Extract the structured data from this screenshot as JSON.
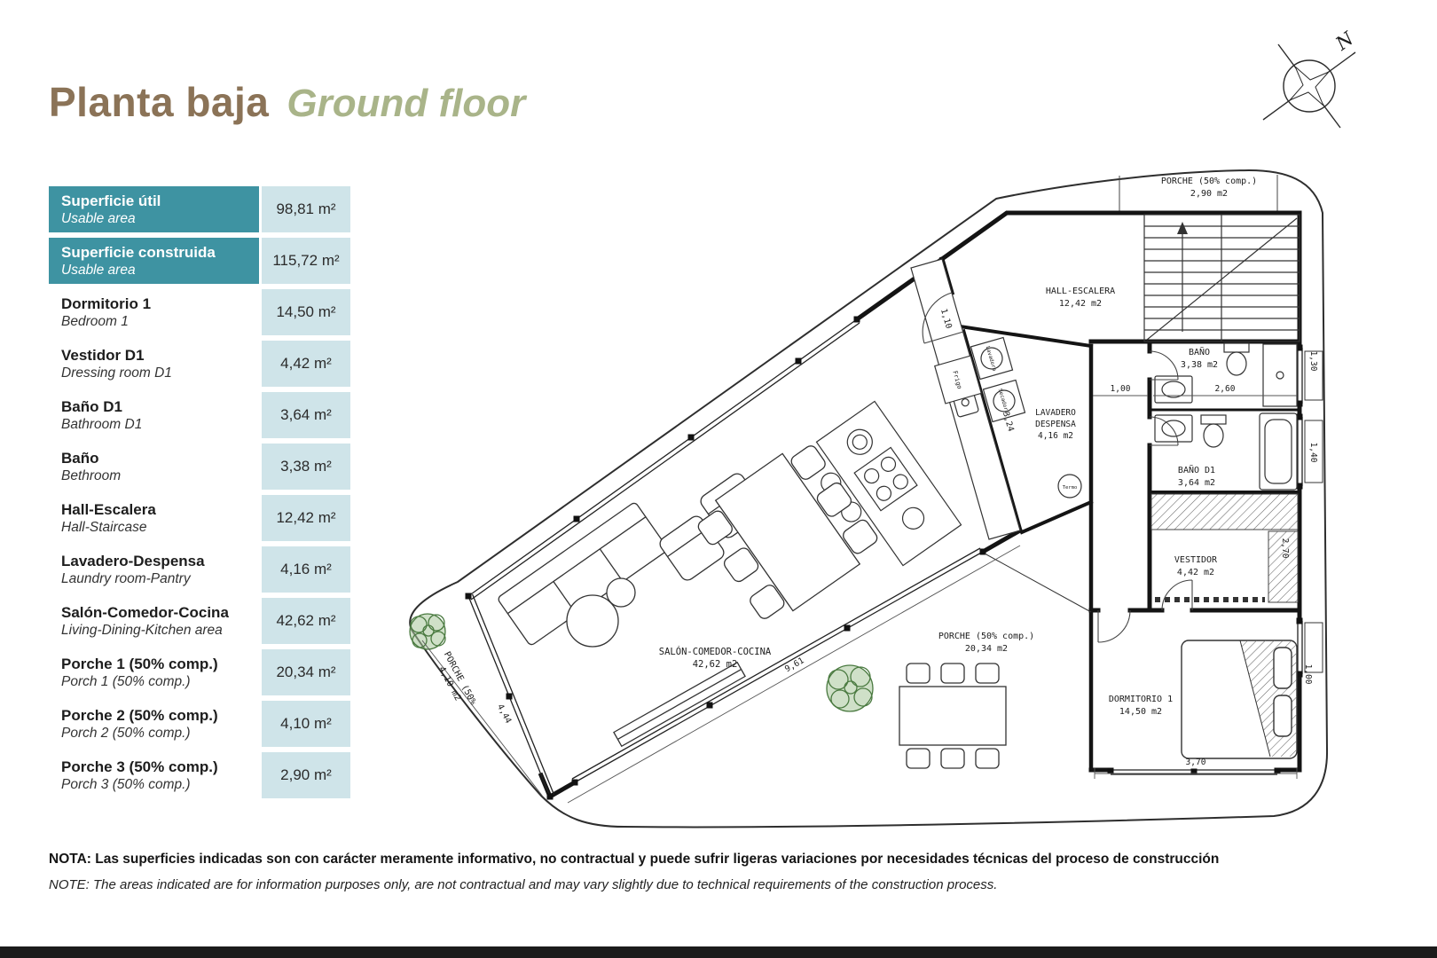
{
  "header": {
    "title_es": "Planta baja",
    "title_en": "Ground floor"
  },
  "compass": {
    "north": "N"
  },
  "areas_table": {
    "rows": [
      {
        "label_es": "Superficie útil",
        "label_en": "Usable area",
        "value": "98,81 m²"
      },
      {
        "label_es": "Superficie construida",
        "label_en": "Usable area",
        "value": "115,72 m²"
      },
      {
        "label_es": "Dormitorio 1",
        "label_en": "Bedroom 1",
        "value": "14,50 m²"
      },
      {
        "label_es": "Vestidor D1",
        "label_en": "Dressing room D1",
        "value": "4,42 m²"
      },
      {
        "label_es": "Baño D1",
        "label_en": "Bathroom D1",
        "value": "3,64 m²"
      },
      {
        "label_es": "Baño",
        "label_en": "Bethroom",
        "value": "3,38 m²"
      },
      {
        "label_es": "Hall-Escalera",
        "label_en": "Hall-Staircase",
        "value": "12,42 m²"
      },
      {
        "label_es": "Lavadero-Despensa",
        "label_en": "Laundry room-Pantry",
        "value": "4,16 m²"
      },
      {
        "label_es": "Salón-Comedor-Cocina",
        "label_en": "Living-Dining-Kitchen area",
        "value": "42,62 m²"
      },
      {
        "label_es": "Porche 1 (50% comp.)",
        "label_en": "Porch 1 (50% comp.)",
        "value": "20,34 m²"
      },
      {
        "label_es": "Porche 2 (50% comp.)",
        "label_en": "Porch 2 (50% comp.)",
        "value": "4,10 m²"
      },
      {
        "label_es": "Porche 3 (50% comp.)",
        "label_en": "Porch 3 (50% comp.)",
        "value": "2,90 m²"
      }
    ]
  },
  "plan": {
    "labels": {
      "porche3_name": "PORCHE (50% comp.)",
      "porche3_area": "2,90 m2",
      "hall_name": "HALL-ESCALERA",
      "hall_area": "12,42 m2",
      "bano_name": "BAÑO",
      "bano_area": "3,38 m2",
      "lavadero_name1": "LAVADERO",
      "lavadero_name2": "DESPENSA",
      "lavadero_area": "4,16 m2",
      "banod1_name": "BAÑO D1",
      "banod1_area": "3,64 m2",
      "vestidor_name": "VESTIDOR",
      "vestidor_area": "4,42 m2",
      "dormitorio_name": "DORMITORIO 1",
      "dormitorio_area": "14,50 m2",
      "porche1_name": "PORCHE (50% comp.)",
      "porche1_area": "20,34 m2",
      "salon_name": "SALÓN-COMEDOR-COCINA",
      "salon_area": "42,62 m2",
      "porche2_name": "PORCHE (50%",
      "porche2_area": "4,10 m2"
    },
    "appliances": {
      "fridge": "Frigo",
      "washer": "Lavadora",
      "dryer": "Secadora",
      "water_heater": "Termo"
    },
    "dimensions": {
      "d_1_10": "1,10",
      "d_3_24": "3,24",
      "d_1_00a": "1,00",
      "d_2_60": "2,60",
      "d_1_30": "1,30",
      "d_1_40": "1,40",
      "d_2_70": "2,70",
      "d_1_00b": "1,00",
      "d_3_70": "3,70",
      "d_9_61": "9,61",
      "d_4_44": "4,44"
    }
  },
  "note": {
    "es": "NOTA: Las superficies indicadas son con carácter meramente informativo, no contractual y puede sufrir ligeras variaciones por necesidades técnicas del proceso de construcción",
    "en": "NOTE: The areas indicated are for information purposes only, are not contractual and may vary slightly due to technical requirements of the construction process."
  },
  "colors": {
    "teal": "#3e93a2",
    "light_blue": "#cfe4e9",
    "title_brown": "#8b7357",
    "title_green": "#a9b489"
  }
}
